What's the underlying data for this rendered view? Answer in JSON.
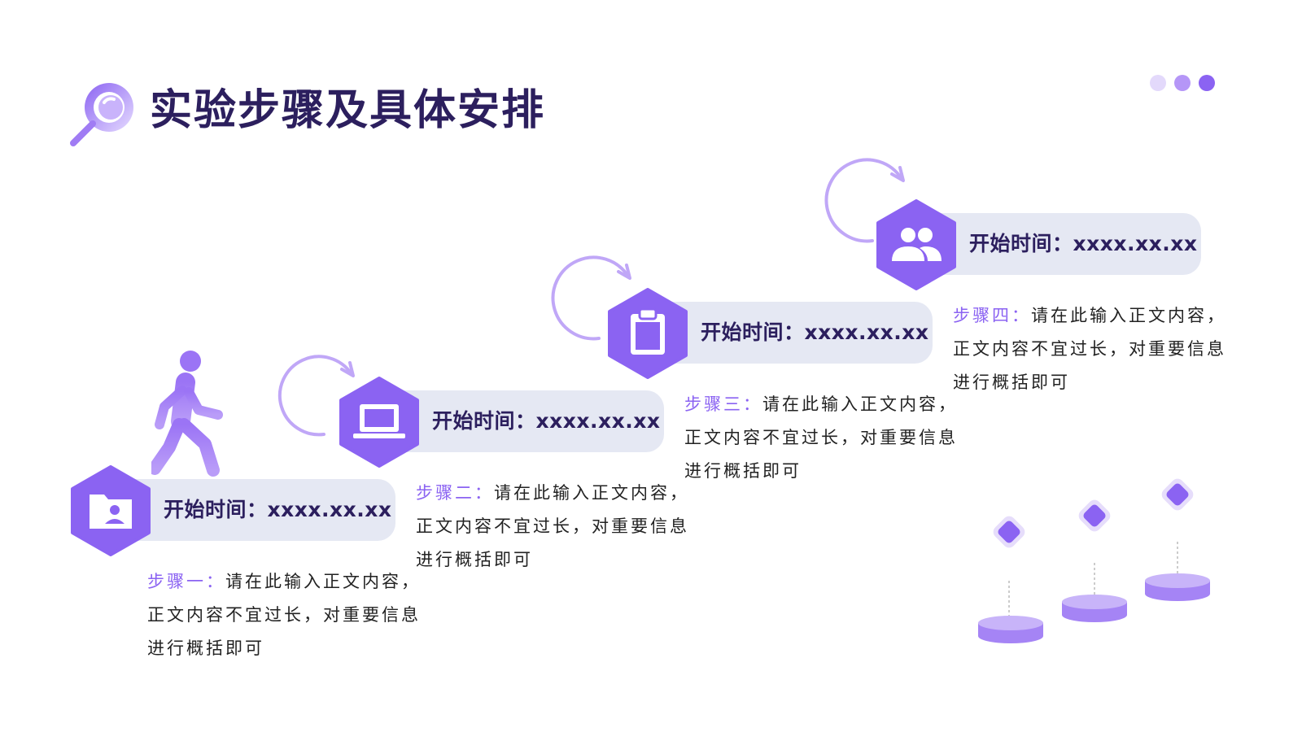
{
  "header": {
    "title": "实验步骤及具体安排",
    "title_icon": "magnifier-icon",
    "dots": [
      {
        "color": "#e3d9fb"
      },
      {
        "color": "#b596f7"
      },
      {
        "color": "#8b63f2"
      }
    ]
  },
  "colors": {
    "accent": "#8b63f2",
    "accent_light": "#b596f7",
    "pill_background": "#e5e8f3",
    "title_text": "#2c1f5e"
  },
  "steps": [
    {
      "icon": "folder-user-icon",
      "time_label": "开始时间：xxxx.xx.xx",
      "step_label": "步骤一：",
      "description": "请在此输入正文内容，正文内容不宜过长，对重要信息进行概括即可"
    },
    {
      "icon": "laptop-icon",
      "time_label": "开始时间：xxxx.xx.xx",
      "step_label": "步骤二：",
      "description": "请在此输入正文内容，正文内容不宜过长，对重要信息进行概括即可"
    },
    {
      "icon": "clipboard-icon",
      "time_label": "开始时间：xxxx.xx.xx",
      "step_label": "步骤三：",
      "description": "请在此输入正文内容，正文内容不宜过长，对重要信息进行概括即可"
    },
    {
      "icon": "users-icon",
      "time_label": "开始时间：xxxx.xx.xx",
      "step_label": "步骤四：",
      "description": "请在此输入正文内容，正文内容不宜过长，对重要信息进行概括即可"
    }
  ],
  "decorations": {
    "walker_icon": "walking-person-icon",
    "pin_icons": [
      "diamond-pin-icon",
      "diamond-pin-icon",
      "diamond-pin-icon"
    ]
  }
}
